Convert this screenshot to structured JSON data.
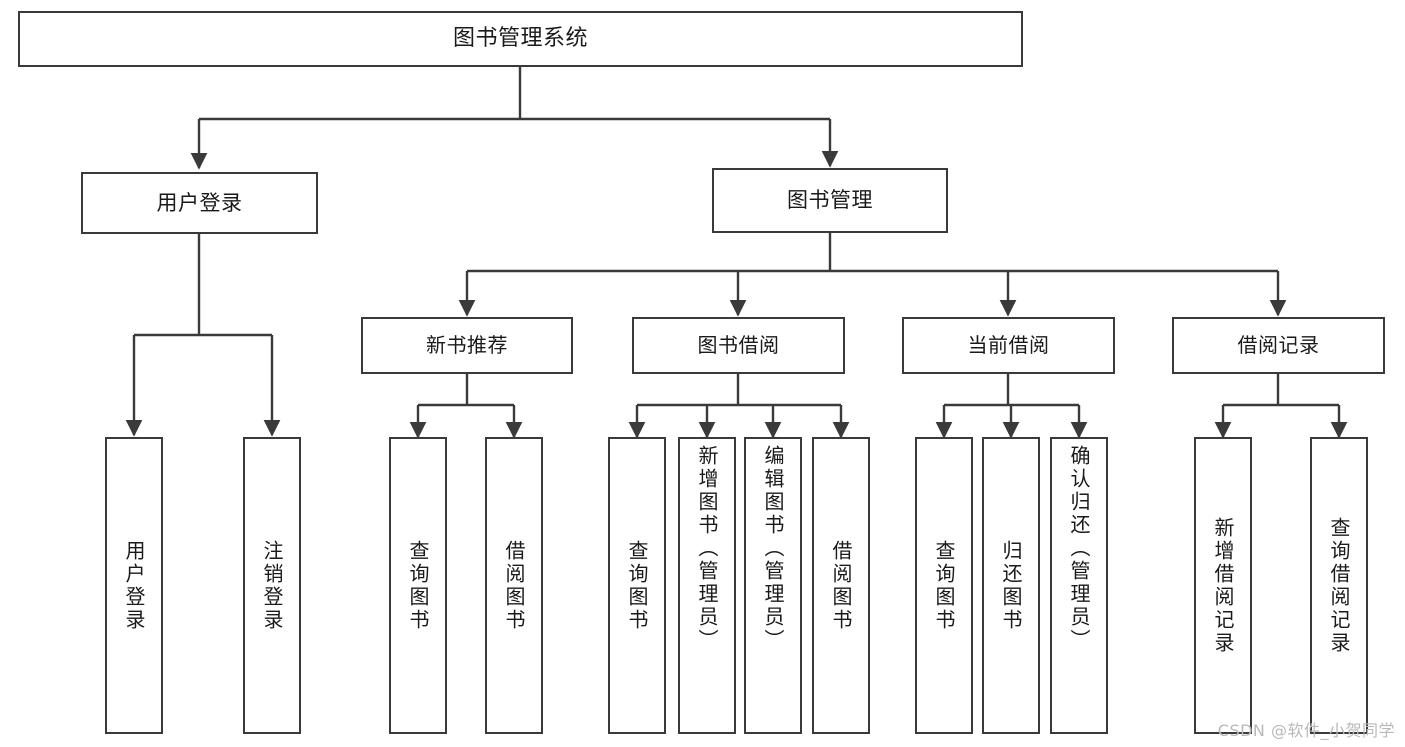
{
  "diagram": {
    "title": "图书管理系统",
    "type": "function-structure-tree",
    "stroke_color": "#3a3a3a",
    "background_color": "#ffffff",
    "text_color": "#1a1a1a",
    "root": {
      "label": "图书管理系统"
    },
    "level1": [
      {
        "label": "用户登录"
      },
      {
        "label": "图书管理"
      }
    ],
    "level2": [
      {
        "label": "新书推荐"
      },
      {
        "label": "图书借阅"
      },
      {
        "label": "当前借阅"
      },
      {
        "label": "借阅记录"
      }
    ],
    "leaves": {
      "user_login": [
        {
          "label": "用户登录"
        },
        {
          "label": "注销登录"
        }
      ],
      "new_book_recommend": [
        {
          "label": "查询图书"
        },
        {
          "label": "借阅图书"
        }
      ],
      "book_borrow": [
        {
          "label": "查询图书"
        },
        {
          "label": "新增图书（管理员）"
        },
        {
          "label": "编辑图书（管理员）"
        },
        {
          "label": "借阅图书"
        }
      ],
      "current_borrow": [
        {
          "label": "查询图书"
        },
        {
          "label": "归还图书"
        },
        {
          "label": "确认归还（管理员）"
        }
      ],
      "borrow_record": [
        {
          "label": "新增借阅记录"
        },
        {
          "label": "查询借阅记录"
        }
      ]
    }
  },
  "watermark": {
    "text": "CSDN @软件_小贺同学"
  }
}
